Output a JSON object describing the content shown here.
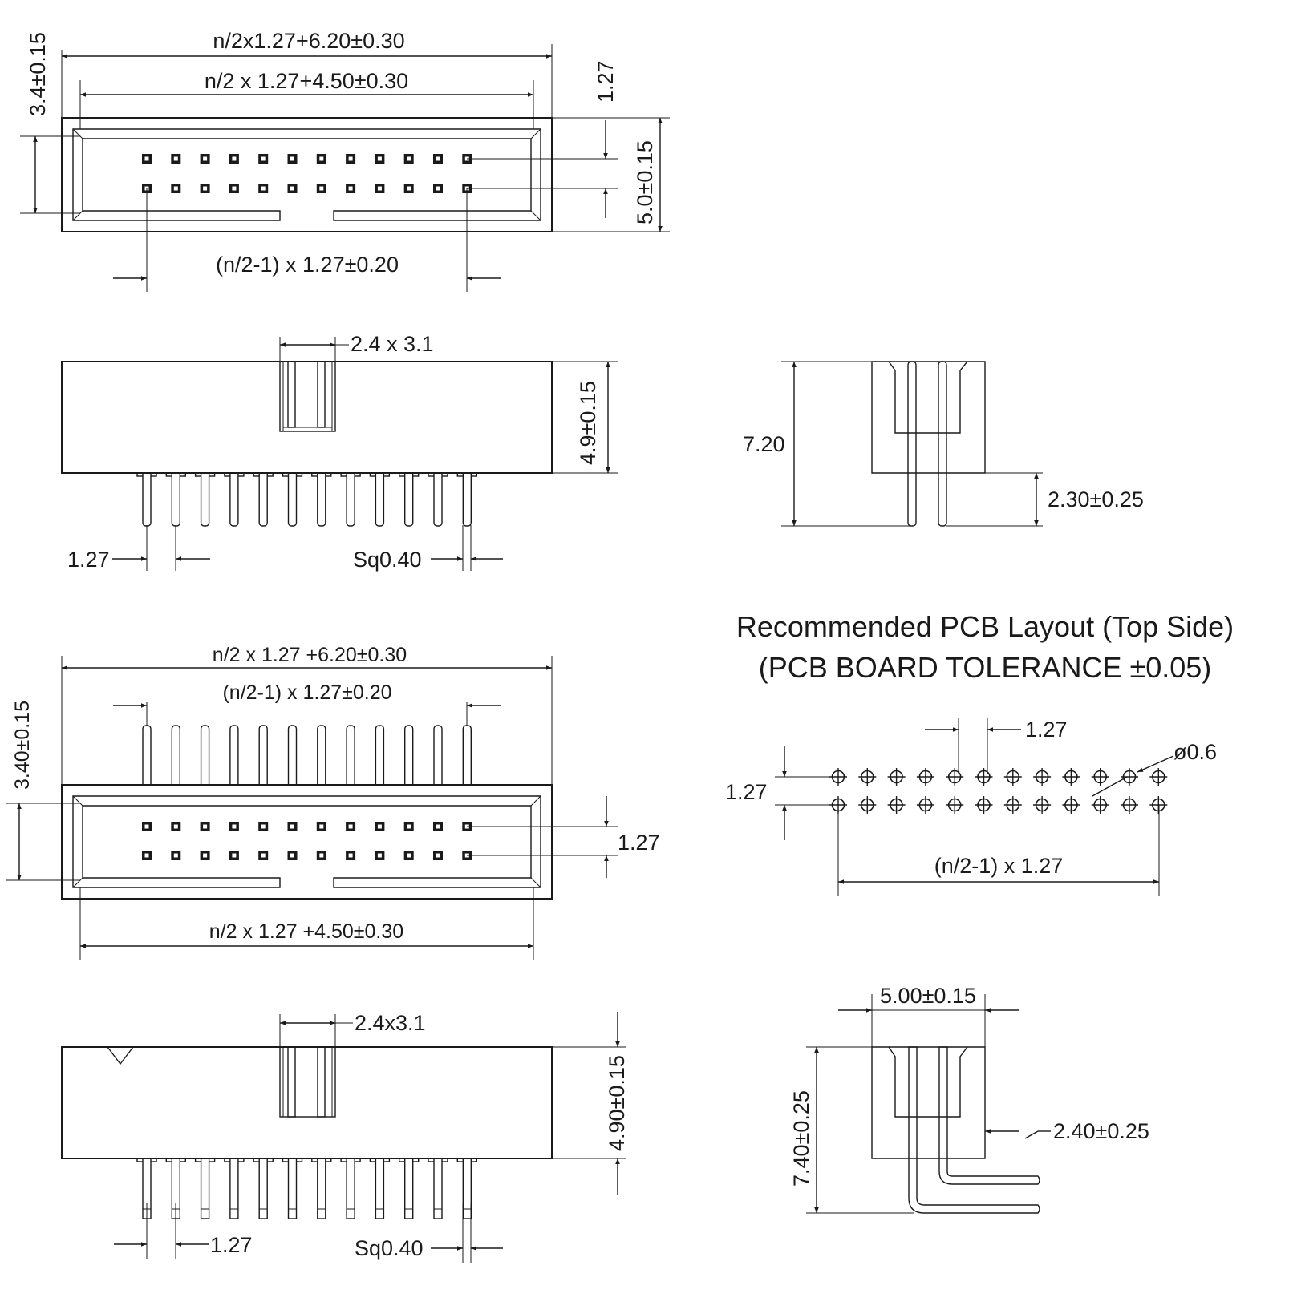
{
  "views": {
    "top_vertical": {
      "overall_length": "n/2x1.27+6.20±0.30",
      "inner_length": "n/2 x 1.27+4.50±0.30",
      "pin_span": "(n/2-1) x 1.27±0.20",
      "wall_offset": "3.4±0.15",
      "row_pitch": "1.27",
      "body_width": "5.0±0.15"
    },
    "side_vertical": {
      "key_slot": "2.4 x 3.1",
      "body_height": "4.9±0.15",
      "pin_pitch": "1.27",
      "pin_square": "Sq0.40"
    },
    "end_vertical": {
      "overall_height": "7.20",
      "tail_length": "2.30±0.25"
    },
    "top_right_angle": {
      "overall_length": "n/2 x 1.27 +6.20±0.30",
      "pin_span": "(n/2-1) x 1.27±0.20",
      "wall_offset": "3.40±0.15",
      "row_pitch": "1.27",
      "inner_length": "n/2 x 1.27 +4.50±0.30"
    },
    "side_right_angle": {
      "key_slot": "2.4x3.1",
      "body_height": "4.90±0.15",
      "pin_pitch": "1.27",
      "pin_square": "Sq0.40"
    },
    "end_right_angle": {
      "body_width": "5.00±0.15",
      "overall_height": "7.40±0.25",
      "tail_offset": "2.40±0.25"
    }
  },
  "pcb_layout": {
    "title_line1": "Recommended PCB Layout (Top Side)",
    "title_line2": "(PCB BOARD TOLERANCE ±0.05)",
    "pitch_x": "1.27",
    "pitch_y": "1.27",
    "hole_diameter": "ø0.6",
    "row_span": "(n/2-1) x 1.27"
  },
  "counts": {
    "pins_per_row": 12,
    "rows": 2
  }
}
